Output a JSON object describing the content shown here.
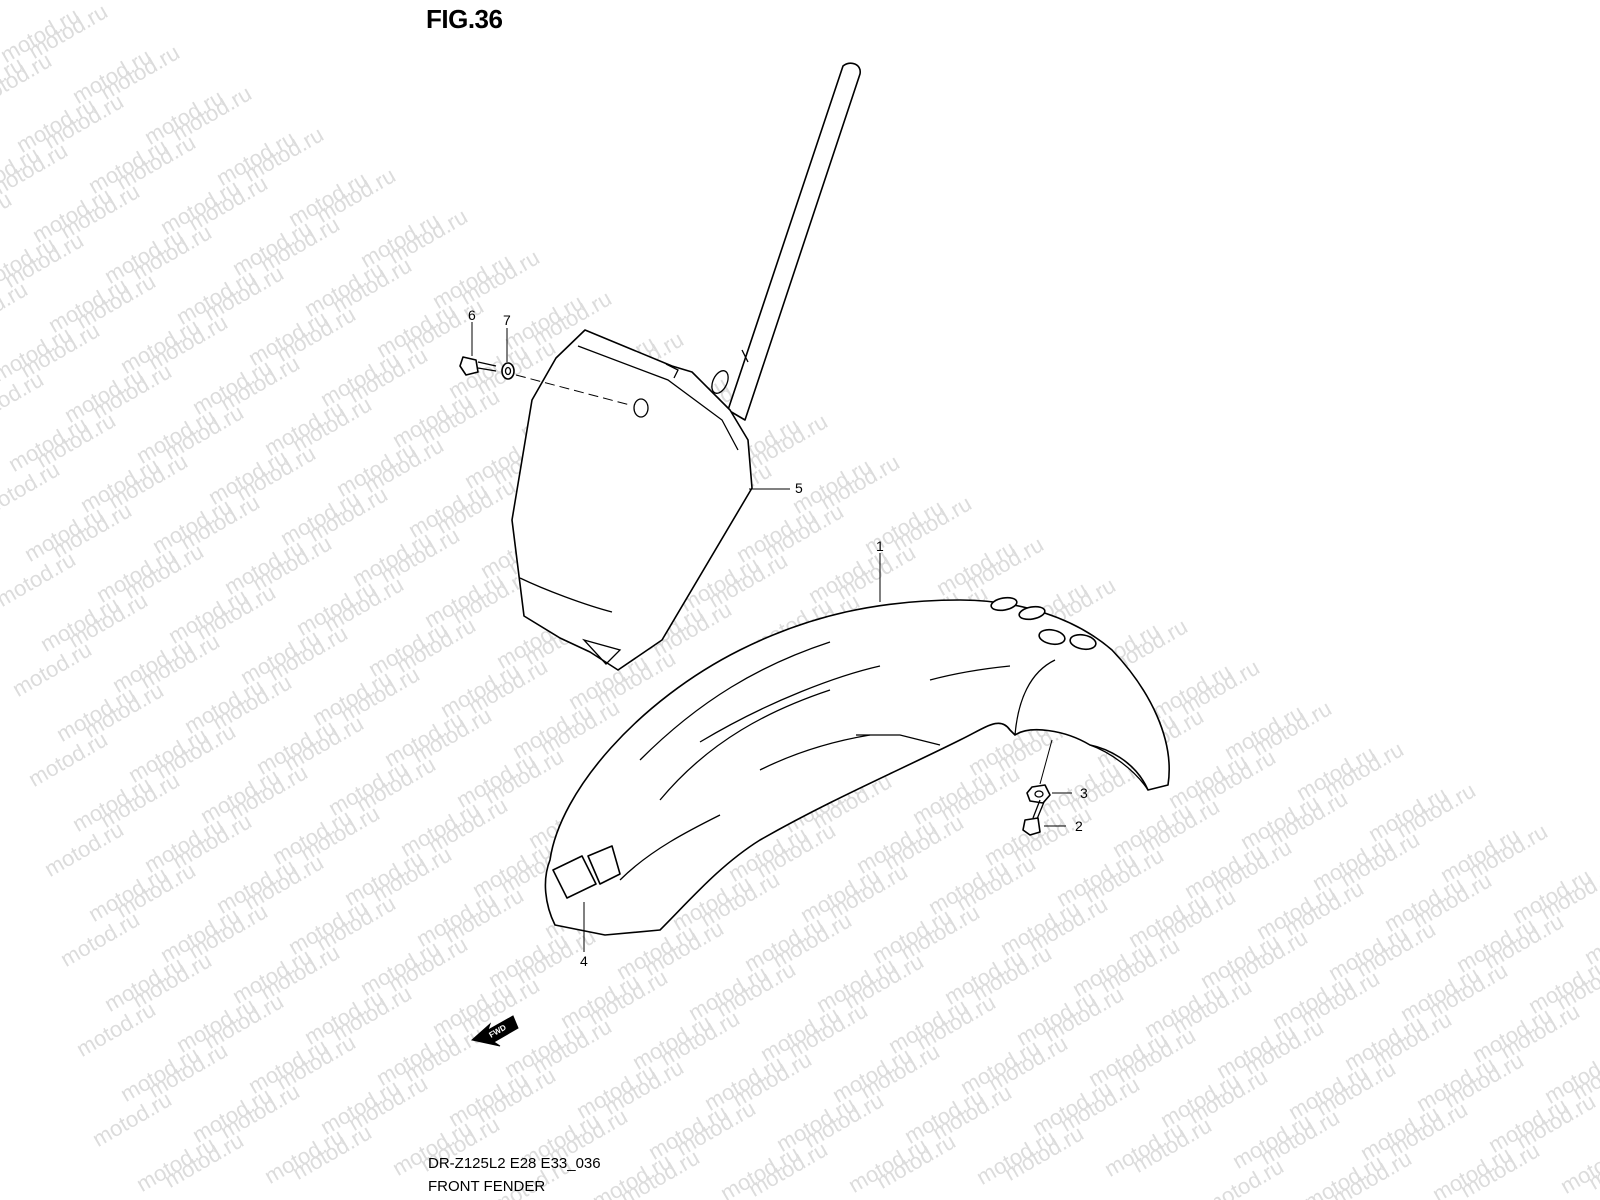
{
  "figure": {
    "title": "FIG.36",
    "code": "DR-Z125L2 E28 E33_036",
    "name": "FRONT FENDER"
  },
  "watermark": "motod.ru",
  "callouts": [
    "1",
    "2",
    "3",
    "4",
    "5",
    "6",
    "7"
  ],
  "fwd_label": "FWD"
}
